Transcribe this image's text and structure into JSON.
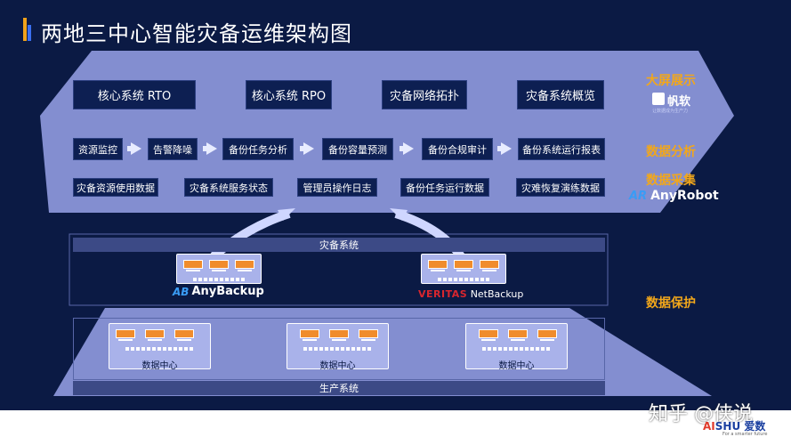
{
  "title": "两地三中心智能灾备运维架构图",
  "top_layer": {
    "items": [
      "核心系统 RTO",
      "核心系统 RPO",
      "灾备网络拓扑",
      "灾备系统概览"
    ]
  },
  "analysis_row": {
    "items": [
      "资源监控",
      "告警降噪",
      "备份任务分析",
      "备份容量预测",
      "备份合规审计",
      "备份系统运行报表"
    ]
  },
  "collect_row": {
    "items": [
      "灾备资源使用数据",
      "灾备系统服务状态",
      "管理员操作日志",
      "备份任务运行数据",
      "灾难恢复演练数据"
    ]
  },
  "side_labels": {
    "display": "大屏展示",
    "analysis": "数据分析",
    "collect": "数据采集",
    "protect": "数据保护"
  },
  "logos": {
    "fanruan_name": "帆软",
    "fanruan_sub": "让数据成为生产力",
    "anyrobot": "AnyRobot",
    "anyrobot_mark": "AR",
    "anybackup": "AnyBackup",
    "anybackup_mark": "AB",
    "veritas": "VERITAS",
    "netbackup": "NetBackup"
  },
  "dr_system": {
    "label": "灾备系统",
    "server_chips": [
      "APP",
      "APP",
      "APP"
    ]
  },
  "prod_system": {
    "label": "生产系统",
    "datacenters": [
      "数据中心",
      "数据中心",
      "数据中心"
    ],
    "server_chips": [
      "APP",
      "APP",
      "APP"
    ]
  },
  "footer": {
    "watermark": "知乎 @侠说",
    "brand_a": "AI",
    "brand_b": "SHU",
    "brand_c": "爱数",
    "tagline": "For a smarter future"
  },
  "colors": {
    "background": "#0b1a44",
    "layer_fill": "#8e98dc",
    "box_fill": "#0d1f52",
    "accent_orange": "#f2a71b",
    "chip_orange": "#f08c2c"
  }
}
